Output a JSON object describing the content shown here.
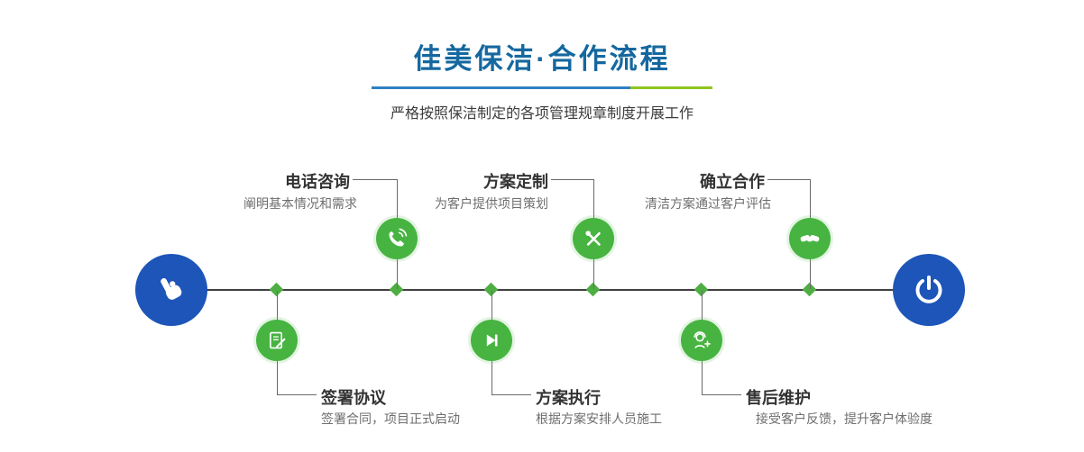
{
  "header": {
    "title": "佳美保洁·合作流程",
    "subtitle": "严格按照保洁制定的各项管理规章制度开展工作"
  },
  "colors": {
    "title_blue": "#15689f",
    "underline_blue": "#2e7fc2",
    "underline_green": "#8fc41e",
    "endpoint_blue": "#1d55b8",
    "step_green": "#47b441",
    "diamond_green": "#4fae43",
    "line_dark": "#404040"
  },
  "timeline": {
    "start": {
      "icon": "pointing-hand-icon"
    },
    "end": {
      "icon": "power-icon"
    },
    "steps_top": [
      {
        "title": "电话咨询",
        "desc": "阐明基本情况和需求",
        "icon": "phone-icon"
      },
      {
        "title": "方案定制",
        "desc": "为客户提供项目策划",
        "icon": "design-tools-icon"
      },
      {
        "title": "确立合作",
        "desc": "清洁方案通过客户评估",
        "icon": "handshake-icon"
      }
    ],
    "steps_bottom": [
      {
        "title": "签署协议",
        "desc": "签署合同，项目正式启动",
        "icon": "contract-icon"
      },
      {
        "title": "方案执行",
        "desc": "根据方案安排人员施工",
        "icon": "execute-play-icon"
      },
      {
        "title": "售后维护",
        "desc": "接受客户反馈，提升客户体验度",
        "icon": "aftersales-support-icon"
      }
    ]
  }
}
